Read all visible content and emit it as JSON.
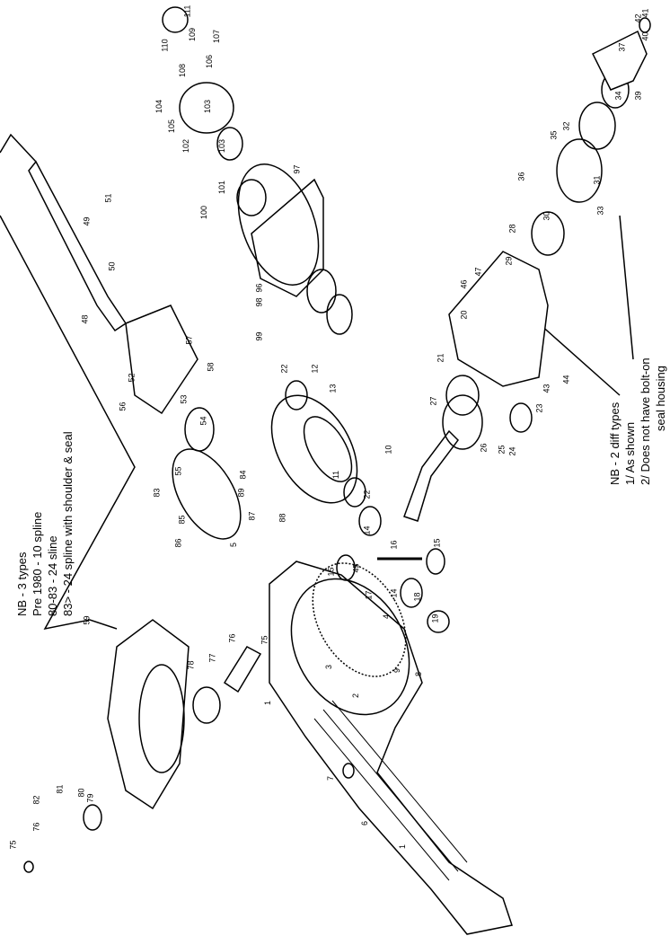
{
  "notes": {
    "half_shaft": {
      "title": "NB - 3 types",
      "lines": [
        "Pre 1980 - 10 spline",
        "80-83 - 24 sline",
        "83> - 24 spline with shoulder & seal"
      ]
    },
    "differential": {
      "title": "NB - 2 diff types",
      "lines": [
        "1/ As shown",
        "2/ Does not have bolt-on",
        "seal housing"
      ]
    }
  },
  "part_labels": [
    "111",
    "110",
    "109",
    "107",
    "108",
    "106",
    "104",
    "105",
    "103",
    "102",
    "103",
    "101",
    "100",
    "97",
    "51",
    "49",
    "50",
    "48",
    "96",
    "98",
    "99",
    "57",
    "58",
    "52",
    "56",
    "53",
    "54",
    "55",
    "84",
    "83",
    "89",
    "87",
    "88",
    "85",
    "86",
    "22",
    "12",
    "13",
    "11",
    "10",
    "22",
    "14",
    "15",
    "16",
    "17",
    "14",
    "18",
    "15",
    "19",
    "45",
    "5",
    "4",
    "3",
    "2",
    "9",
    "8",
    "1",
    "7",
    "6",
    "1",
    "59",
    "78",
    "77",
    "76",
    "75",
    "79",
    "80",
    "81",
    "82",
    "76",
    "75",
    "20",
    "21",
    "46",
    "47",
    "29",
    "28",
    "30",
    "36",
    "35",
    "32",
    "31",
    "33",
    "34",
    "39",
    "37",
    "42",
    "41",
    "40",
    "27",
    "23",
    "43",
    "44",
    "26",
    "25",
    "24"
  ]
}
